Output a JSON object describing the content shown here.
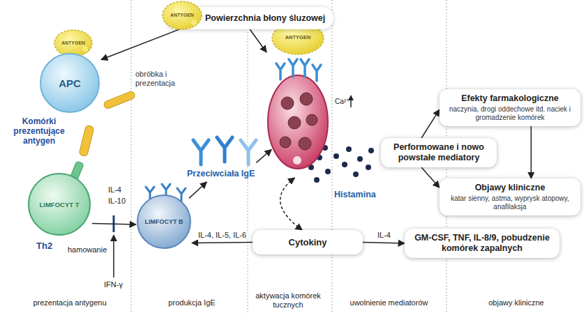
{
  "diagram": {
    "nodes": [
      {
        "text": [
          "Powierzchnia błony śluzowej"
        ]
      },
      {
        "text": [
          "APC",
          "Komórki prezentujące antygen"
        ]
      },
      {
        "text": [
          "LIMFOCYT T",
          "Th2"
        ]
      },
      {
        "text": [
          "LIMFOCYT B"
        ]
      },
      {
        "text": [
          "ANTYGEN"
        ]
      },
      {
        "text": [
          "Przeciwciała IgE"
        ]
      },
      {
        "text": [
          "Cytokiny"
        ]
      },
      {
        "text": [
          "Performowane i nowo powstałe mediatory"
        ]
      },
      {
        "text": [
          "Efekty farmakologiczne",
          "naczynia, drogi oddechowe itd. naciek i gromadzenie komórek"
        ]
      },
      {
        "text": [
          "Objawy kliniczne",
          "katar sienny, astma, wyprysk atopowy, anafilaksja"
        ]
      },
      {
        "text": [
          "GM-CSF, TNF, IL-8/9, pobudzenie komórek zapalnych"
        ]
      }
    ],
    "edges": [
      {
        "from": 0,
        "to": 1,
        "arrow": "to"
      },
      {
        "from": 0,
        "to": 4,
        "arrow": "to"
      },
      {
        "from": 2,
        "to": 3,
        "arrow": "to"
      },
      {
        "from": 3,
        "to": 5,
        "arrow": "to"
      },
      {
        "from": 5,
        "to": 4,
        "arrow": "to"
      },
      {
        "from": 4,
        "to": 6,
        "arrow": "both"
      },
      {
        "from": 6,
        "to": 3,
        "label": "IL-4, IL-5, IL-6",
        "arrow": "to"
      },
      {
        "from": 6,
        "to": 10,
        "label": "IL-4",
        "arrow": "to"
      },
      {
        "from": 7,
        "to": 8,
        "arrow": "to"
      },
      {
        "from": 7,
        "to": 9,
        "arrow": "to"
      },
      {
        "from": 8,
        "to": 9,
        "arrow": "to"
      }
    ],
    "labels": [
      "ANTYGEN",
      "ANTYGEN",
      "obróbka i prezentacja",
      "IL-4",
      "IL-10",
      "hamowanie",
      "IFN-γ",
      "Ca²⁺",
      "Histamina",
      "prezentacja antygenu",
      "produkcja IgE",
      "aktywacja komórek tucznych",
      "uwolnienie mediatorów",
      "objawy kliniczne"
    ]
  }
}
